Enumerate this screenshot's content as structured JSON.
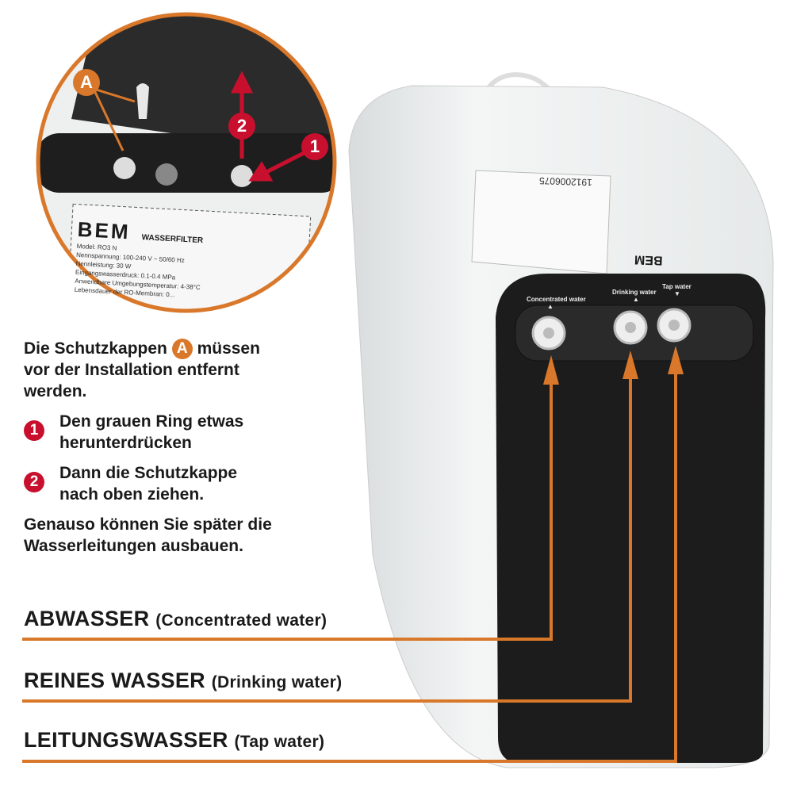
{
  "inset": {
    "brand": "BEM",
    "product": "WASSERFILTER",
    "label_lines": [
      "Model: RO3 N",
      "Nennspannung: 100-240 V ~ 50/60 Hz",
      "Nennleistung: 30 W",
      "Eingangswasserdruck: 0.1-0.4 MPa",
      "Anwendbare Umgebungstemperatur: 4-38°C",
      "Lebensdauer der RO-Membran: 0..."
    ],
    "markers": {
      "a": "A",
      "one": "1",
      "two": "2"
    }
  },
  "instructions": {
    "intro_before": "Die Schutzkappen",
    "intro_badge": "A",
    "intro_after_line1": "müssen",
    "intro_line2": "vor der Installation entfernt",
    "intro_line3": "werden.",
    "step1_badge": "1",
    "step1_line1": "Den grauen Ring etwas",
    "step1_line2": "herunterdrücken",
    "step2_badge": "2",
    "step2_line1": "Dann die Schutzkappe",
    "step2_line2": "nach oben ziehen.",
    "outro_line1": "Genauso können Sie später die",
    "outro_line2": "Wasserleitungen ausbauen."
  },
  "connections": [
    {
      "main": "ABWASSER",
      "sub": "(Concentrated water)"
    },
    {
      "main": "REINES WASSER",
      "sub": "(Drinking water)"
    },
    {
      "main": "LEITUNGSWASSER",
      "sub": "(Tap water)"
    }
  ],
  "device": {
    "port_labels": [
      "Concentrated water",
      "Drinking water",
      "Tap water"
    ],
    "port_arrows": [
      "▲",
      "▲",
      "▼"
    ],
    "serial": "1912006075",
    "brand": "BEM"
  },
  "colors": {
    "accent": "#d9782a",
    "marker_red": "#c8102e"
  }
}
